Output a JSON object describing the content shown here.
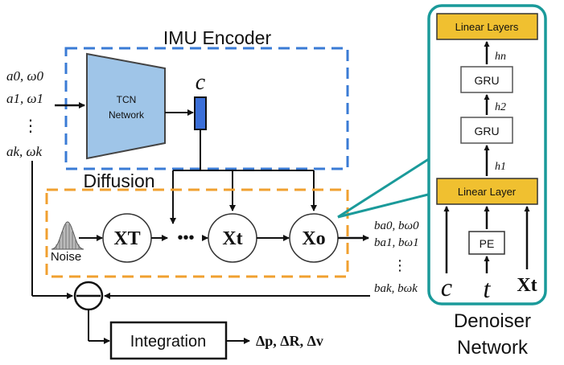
{
  "encoder": {
    "title": "IMU Encoder",
    "tcn_line1": "TCN",
    "tcn_line2": "Network",
    "latent_label": "c"
  },
  "inputs": {
    "row0": "a0, ω0",
    "row1": "a1, ω1",
    "dots": "⋮",
    "rowk": "ak, ωk"
  },
  "diffusion": {
    "title": "Diffusion",
    "noise_label": "Noise",
    "node_T": "XT",
    "node_t": "Xt",
    "node_0": "Xo",
    "ellipsis": "•••"
  },
  "outputs": {
    "row0": "ba0, bω0",
    "row1": "ba1, bω1",
    "dots": "⋮",
    "rowk": "bak, bωk"
  },
  "integration": {
    "label": "Integration",
    "result": "Δp, ΔR, Δv"
  },
  "denoiser": {
    "linear_layers": "Linear Layers",
    "gru_top": "GRU",
    "gru_bottom": "GRU",
    "linear_layer": "Linear Layer",
    "pe": "PE",
    "h_n": "hn",
    "h_2": "h2",
    "h_1": "h1",
    "in_c": "c",
    "in_t": "t",
    "in_x": "Xt",
    "caption_line1": "Denoiser",
    "caption_line2": "Network"
  },
  "colors": {
    "encoder_border": "#3a7bd5",
    "tcn_fill": "#9fc5e8",
    "latent_fill": "#3b6fd8",
    "diffusion_border": "#f0a030",
    "denoiser_border": "#1a9a9a",
    "layer_fill": "#f0c030"
  }
}
